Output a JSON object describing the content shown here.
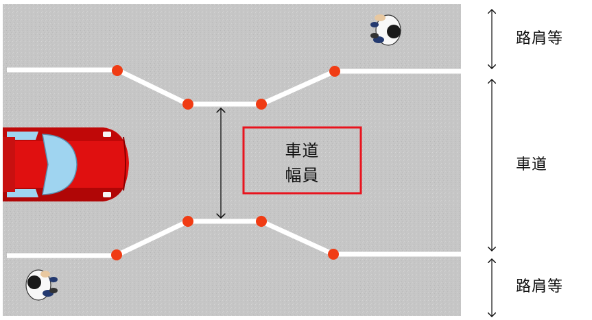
{
  "labels": {
    "shoulder_top": "路肩等",
    "roadway": "車道",
    "shoulder_bottom": "路肩等"
  },
  "box": {
    "line1": "車道",
    "line2": "幅員"
  },
  "colors": {
    "road": "#c8c8c8",
    "lane_line": "#ffffff",
    "marker": "#f03c14",
    "box_border": "#e8141e",
    "car": "#e01010",
    "arrow": "#111111"
  }
}
